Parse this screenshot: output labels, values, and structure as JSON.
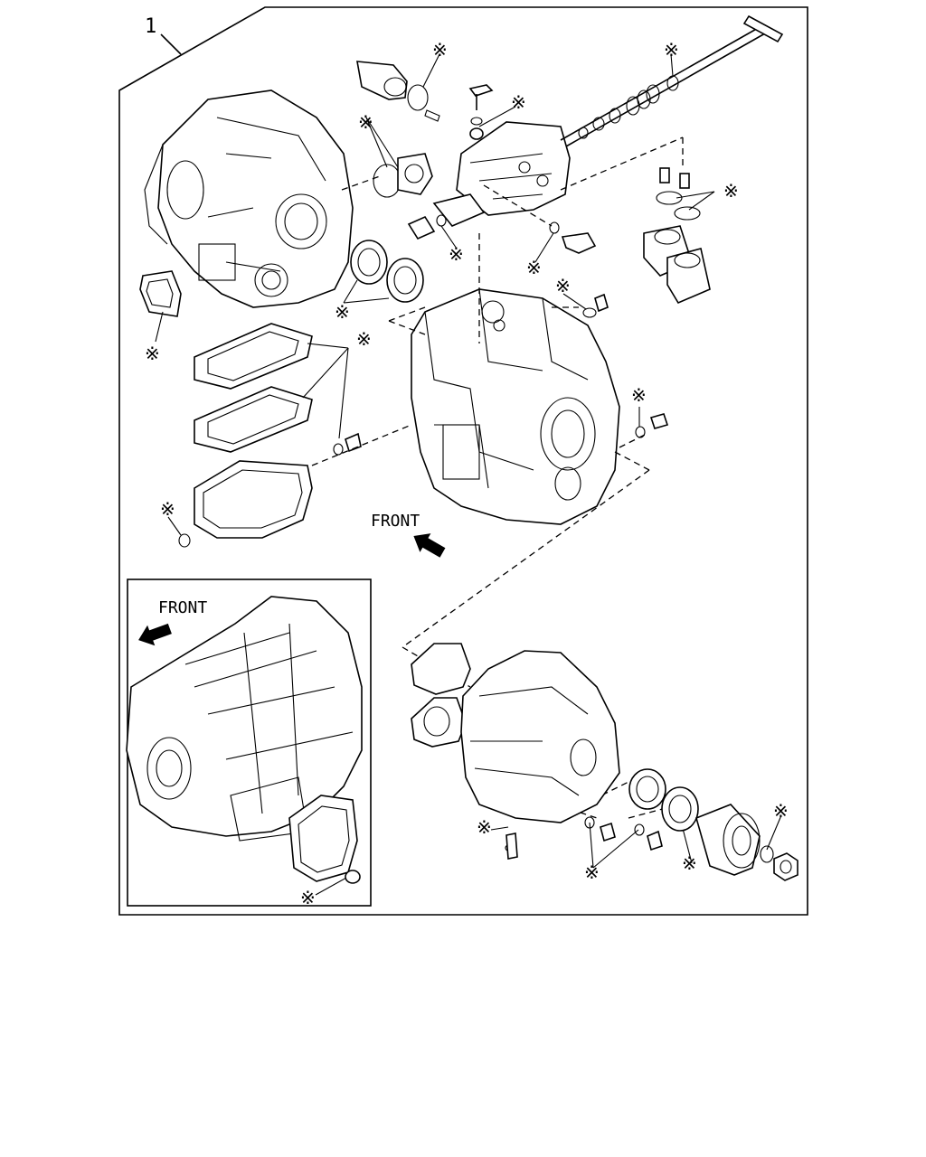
{
  "item_number": "1",
  "front_label_main": "FRONT",
  "front_label_inset": "FRONT",
  "kit_marker": "※",
  "colors": {
    "ink": "#000000",
    "paper": "#ffffff"
  },
  "icons": [
    "front-arrow-icon",
    "asterisk-kit-icon"
  ]
}
